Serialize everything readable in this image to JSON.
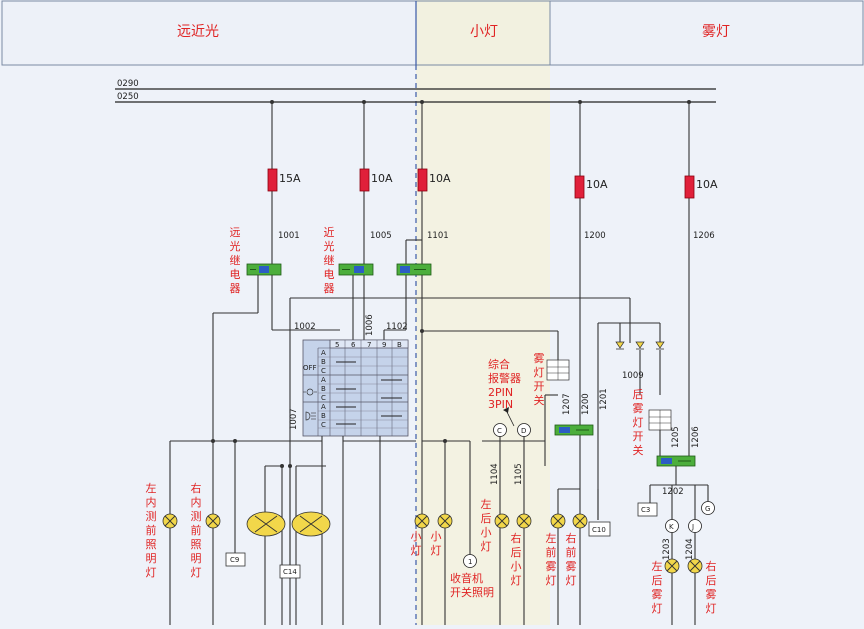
{
  "headers": {
    "far_near_light": "远近光",
    "small_light": "小灯",
    "fog_light": "雾灯"
  },
  "bus": {
    "line_0290": "0290",
    "line_0250": "0250"
  },
  "fuses": [
    {
      "rating": "15A"
    },
    {
      "rating": "10A"
    },
    {
      "rating": "10A"
    },
    {
      "rating": "10A"
    },
    {
      "rating": "10A"
    }
  ],
  "wire_numbers": {
    "w1001": "1001",
    "w1005": "1005",
    "w1101": "1101",
    "w1200": "1200",
    "w1206": "1206",
    "w1002": "1002",
    "w1006": "1006",
    "w1102": "1102",
    "w1007": "1007",
    "w1009": "1009",
    "w1207": "1207",
    "w1200b": "1200",
    "w1201": "1201",
    "w1205": "1205",
    "w1206b": "1206",
    "w1202": "1202",
    "w1104": "1104",
    "w1105": "1105",
    "w1203": "1203",
    "w1204": "1204"
  },
  "relays": {
    "high_beam": "远光继电器",
    "low_beam": "近光继电器"
  },
  "switch_matrix": {
    "columns": [
      "5",
      "6",
      "7",
      "9",
      "B"
    ],
    "rows": [
      "A",
      "B",
      "C",
      "A",
      "B",
      "C",
      "A",
      "B",
      "C"
    ],
    "off_label": "OFF"
  },
  "switches": {
    "fog_switch": "雾灯开关",
    "rear_fog_switch": "后雾灯开关",
    "alarm_l1": "综合",
    "alarm_l2": "报警器",
    "alarm_l3": "2PIN",
    "alarm_l4": "3PIN",
    "pin_c": "C",
    "pin_d": "D",
    "pin_g": "G",
    "pin_k": "K",
    "pin_j": "J",
    "pin_1": "1"
  },
  "connectors": {
    "c9": "C9",
    "c14": "C14",
    "c10": "C10",
    "c3": "C3"
  },
  "lamps": {
    "left_inner_front": "左内测前照明灯",
    "right_inner_front": "右内测前照明灯",
    "small_left": "小灯",
    "small_right": "小灯",
    "left_rear_small": "左后小灯",
    "right_rear_small": "右后小灯",
    "radio_switch_l1": "收音机",
    "radio_switch_l2": "开关照明",
    "left_front_fog": "左前雾灯",
    "right_front_fog": "右前雾灯",
    "left_rear_fog": "左后雾灯",
    "right_rear_fog": "右后雾灯"
  }
}
